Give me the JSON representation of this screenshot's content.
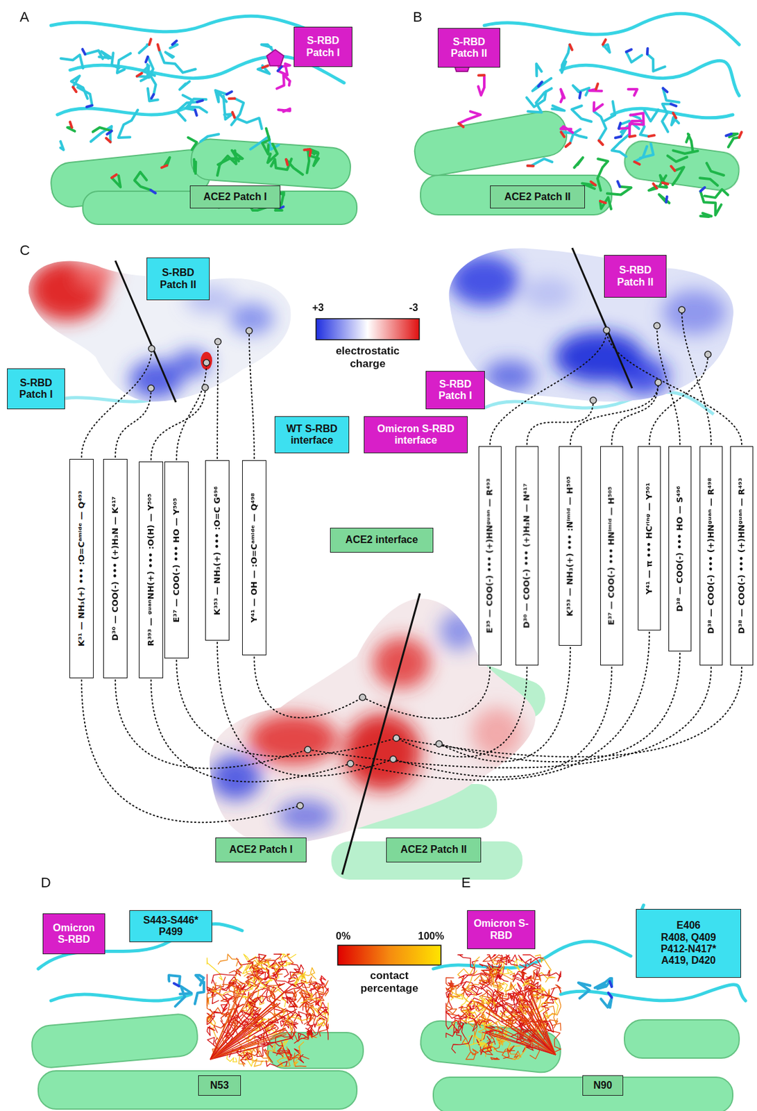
{
  "diagram": {
    "nodes": [
      {
        "text": [
          "S-RBD Patch I"
        ]
      },
      {
        "text": [
          "S-RBD Patch II"
        ]
      },
      {
        "text": [
          "ACE2 Patch I"
        ]
      },
      {
        "text": [
          "ACE2 Patch II"
        ]
      },
      {
        "text": [
          "S-RBD Patch II"
        ]
      },
      {
        "text": [
          "S-RBD Patch II"
        ]
      },
      {
        "text": [
          "S-RBD Patch I"
        ]
      },
      {
        "text": [
          "S-RBD Patch I"
        ]
      },
      {
        "text": [
          "WT S-RBD interface"
        ]
      },
      {
        "text": [
          "Omicron S-RBD interface"
        ]
      },
      {
        "text": [
          "K³¹ — NH₃(+) ••• :O=Cᵃᵐⁱᵈᵉ — Q⁴⁹³"
        ]
      },
      {
        "text": [
          "D³⁰ — COO(-) ••• (+)H₃N — K⁴¹⁷"
        ]
      },
      {
        "text": [
          "R³⁹³ — ᵍᵘᵃⁿNH(+) ••• :O(H) — Y⁵⁰⁵"
        ]
      },
      {
        "text": [
          "E³⁷ — COO(-) ••• HO — Y⁵⁰⁵"
        ]
      },
      {
        "text": [
          "K³⁵³ — NH₃(+) ••• :O=C G⁴⁹⁶"
        ]
      },
      {
        "text": [
          "Y⁴¹ — OH — :O=Cᵃᵐⁱᵈᵉ — Q⁴⁹⁸"
        ]
      },
      {
        "text": [
          "ACE2 interface"
        ]
      },
      {
        "text": [
          "E³⁵ — COO(-) ••• (+)HNᵍᵘᵃⁿ — R⁴⁹³"
        ]
      },
      {
        "text": [
          "D³⁰ — COO(-) ••• (+)H₃N — N⁴¹⁷"
        ]
      },
      {
        "text": [
          "K³⁵³ — NH₃(+) ••• :Nⁱᵐⁱᵈ — H⁵⁰⁵"
        ]
      },
      {
        "text": [
          "E³⁷ — COO(-) ••• HNⁱᵐⁱᵈ — H⁵⁰⁵"
        ]
      },
      {
        "text": [
          "Y⁴¹ — π ••• HCʳⁱⁿᵍ — Y⁵⁰¹"
        ]
      },
      {
        "text": [
          "D³⁸ — COO(-) ••• HO — S⁴⁹⁶"
        ]
      },
      {
        "text": [
          "D³⁸ — COO(-) ••• (+)HNᵍᵘᵃⁿ — R⁴⁹⁸"
        ]
      },
      {
        "text": [
          "D³⁸ — COO(-) ••• (+)HNᵍᵘᵃⁿ — R⁴⁹³"
        ]
      },
      {
        "text": [
          "ACE2 Patch I"
        ]
      },
      {
        "text": [
          "ACE2 Patch II"
        ]
      },
      {
        "text": [
          "Omicron S-RBD"
        ]
      },
      {
        "text": [
          "S443-S446*",
          "P499"
        ]
      },
      {
        "text": [
          "Omicron S-RBD"
        ]
      },
      {
        "text": [
          "E406",
          "R408, Q409",
          "P412-N417*",
          "A419, D420"
        ]
      },
      {
        "text": [
          "N53"
        ]
      },
      {
        "text": [
          "N90"
        ]
      }
    ],
    "labels": [
      "A",
      "B",
      "C",
      "+3",
      "-3",
      "D",
      "0%",
      "100%",
      "E"
    ],
    "legend": [
      {
        "text": "electrostatic charge"
      },
      {
        "text": "contact percentage"
      }
    ]
  }
}
